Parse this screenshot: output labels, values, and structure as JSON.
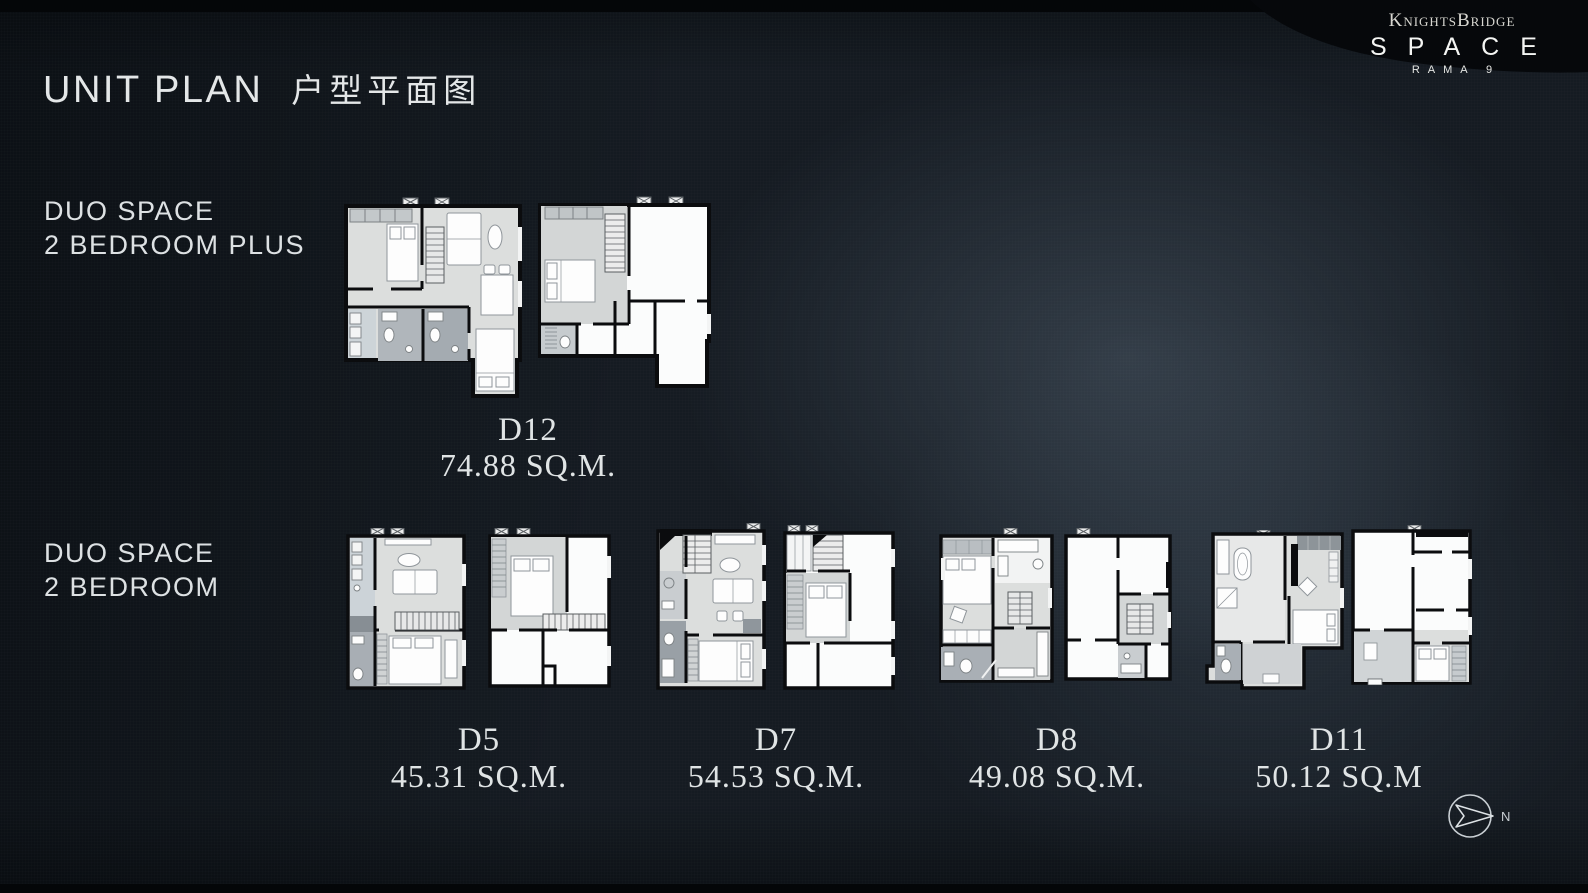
{
  "header": {
    "title_en": "UNIT PLAN",
    "title_zh": "户型平面图"
  },
  "logo": {
    "brand": "KnightsBridge",
    "name": "SPACE",
    "sub": "RAMA 9"
  },
  "sections": [
    {
      "label_line1": "DUO SPACE",
      "label_line2": "2 BEDROOM PLUS",
      "units": [
        {
          "code": "D12",
          "area": "74.88 SQ.M."
        }
      ]
    },
    {
      "label_line1": "DUO SPACE",
      "label_line2": "2 BEDROOM",
      "units": [
        {
          "code": "D5",
          "area": "45.31 SQ.M."
        },
        {
          "code": "D7",
          "area": "54.53 SQ.M."
        },
        {
          "code": "D8",
          "area": "49.08 SQ.M."
        },
        {
          "code": "D11",
          "area": "50.12 SQ.M"
        }
      ]
    }
  ],
  "compass": {
    "label": "N"
  }
}
